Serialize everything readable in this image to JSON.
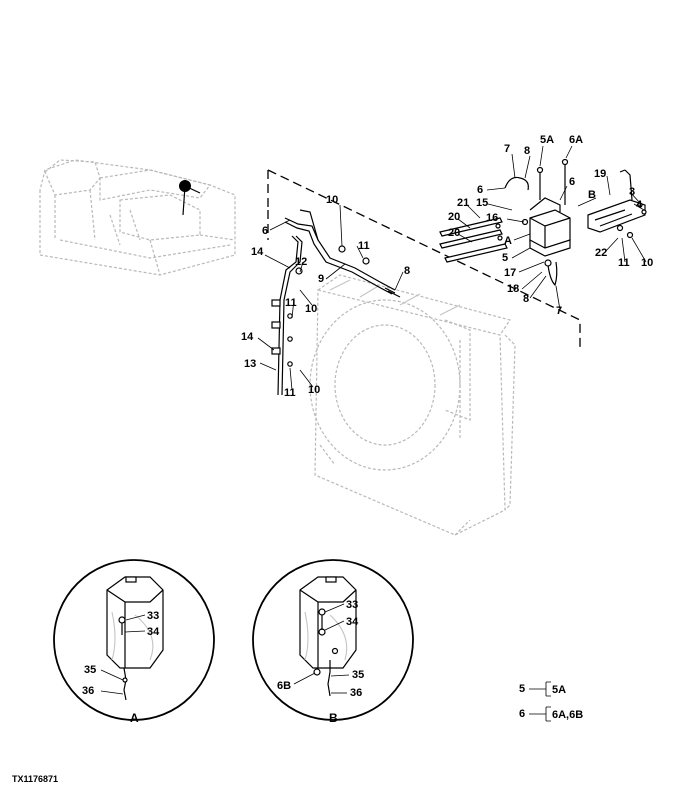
{
  "figure_id": "TX1176871",
  "callouts": {
    "c5A": "5A",
    "c6A": "6A",
    "c7a": "7",
    "c8a": "8",
    "c6a": "6",
    "cB": "B",
    "c6b": "6",
    "c19": "19",
    "c3": "3",
    "c4": "4",
    "c21": "21",
    "c20a": "20",
    "c16": "16",
    "c15": "15",
    "c20b": "20",
    "cA": "A",
    "c5": "5",
    "c17": "17",
    "c18": "18",
    "c8b": "8",
    "c7b": "7",
    "c22": "22",
    "c11a": "11",
    "c10a": "10",
    "c6c": "6",
    "c10b": "10",
    "c11b": "11",
    "c14a": "14",
    "c12": "12",
    "c9": "9",
    "c8c": "8",
    "c11c": "11",
    "c10c": "10",
    "c14b": "14",
    "c13": "13",
    "c11d": "11",
    "c10d": "10"
  },
  "detail_views": {
    "A": {
      "label": "A",
      "callouts": [
        "33",
        "34",
        "35",
        "36"
      ]
    },
    "B": {
      "label": "B",
      "callouts": [
        "33",
        "34",
        "6B",
        "35",
        "36"
      ]
    }
  },
  "legend": [
    {
      "key": "5",
      "value": "5A"
    },
    {
      "key": "6",
      "value": "6A,6B"
    }
  ]
}
